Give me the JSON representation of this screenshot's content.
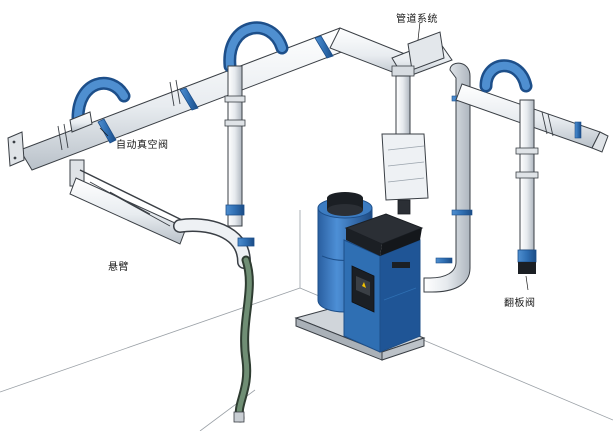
{
  "labels": {
    "pipe_system": "管道系统",
    "auto_valve": "自动真空阀",
    "boom_arm": "悬臂",
    "flap_valve": "翻板阀"
  },
  "colors": {
    "pipe": "#eef1f4",
    "pipe_outline": "#3a3f45",
    "blue": "#2f6fb3",
    "blue_dark": "#1d4f8a",
    "unit_dark": "#1b1f24",
    "hose": "#5b7560"
  }
}
